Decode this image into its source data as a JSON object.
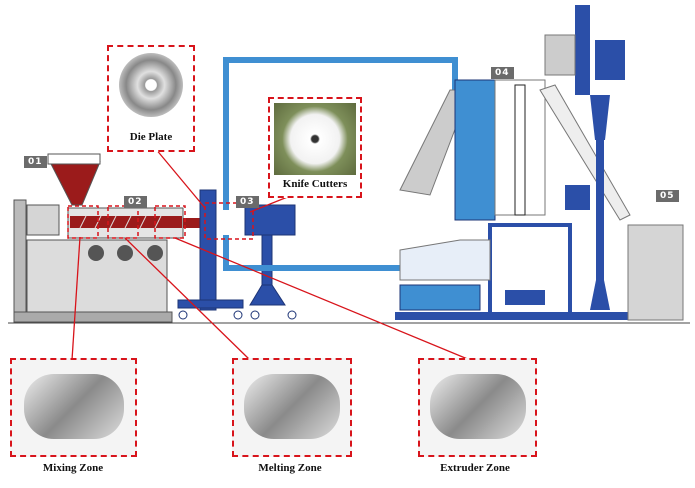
{
  "tags": [
    "01",
    "02",
    "03",
    "04",
    "05"
  ],
  "callouts": {
    "die_plate": "Die Plate",
    "knife_cutters": "Knife Cutters"
  },
  "zones": [
    "Mixing Zone",
    "Melting Zone",
    "Extruder Zone"
  ],
  "colors": {
    "accent_red": "#d8141b",
    "machine_blue": "#2b4fa8",
    "water_blue": "#3f8fd2",
    "grey": "#cfcfcf",
    "melt": "#9b1b1b"
  }
}
